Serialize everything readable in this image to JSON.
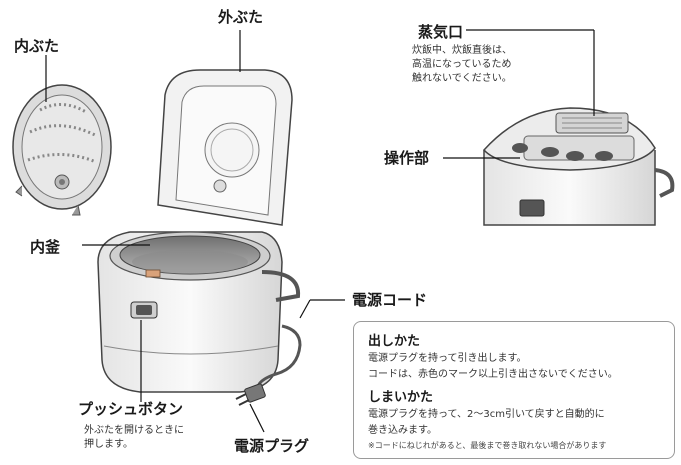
{
  "labels": {
    "inner_lid": "内ぶた",
    "outer_lid": "外ぶた",
    "steam_vent": "蒸気口",
    "steam_note": [
      "炊飯中、炊飯直後は、",
      "高温になっているため",
      "触れないでください。"
    ],
    "control_panel": "操作部",
    "inner_pot": "内釜",
    "power_cord": "電源コード",
    "push_button": "プッシュボタン",
    "push_note": [
      "外ぶたを開けるときに",
      "押します。"
    ],
    "power_plug": "電源プラグ"
  },
  "cord_box": {
    "pull_out_title": "出しかた",
    "pull_out_lines": [
      "電源プラグを持って引き出します。",
      "コードは、赤色のマーク以上引き出さないでください。"
    ],
    "retract_title": "しまいかた",
    "retract_lines": [
      "電源プラグを持って、2～3cm引いて戻すと自動的に",
      "巻き込みます。"
    ],
    "retract_note": "※コードにねじれがあると、最後まで巻き取れない場合があります"
  }
}
